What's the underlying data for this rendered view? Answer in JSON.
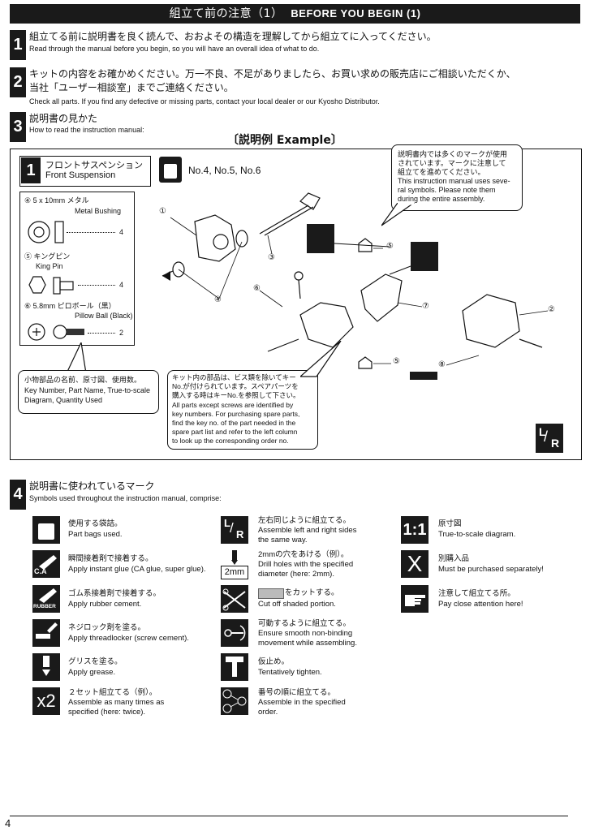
{
  "header": {
    "jp": "組立て前の注意（1）",
    "en": "BEFORE YOU BEGIN (1)"
  },
  "steps": [
    {
      "num": "1",
      "jp": "組立てる前に説明書を良く読んで、おおよその構造を理解してから組立てに入ってください。",
      "en": "Read through the manual before you begin, so you will have an overall idea of what to do."
    },
    {
      "num": "2",
      "jp1": "キットの内容をお確かめください。万一不良、不足がありましたら、お買い求めの販売店にご相談いただくか、",
      "jp2": "当社「ユーザー相談室」までご連絡ください。",
      "en": "Check all parts. If you find any defective or missing parts, contact your local dealer or our Kyosho Distributor."
    },
    {
      "num": "3",
      "jp": "説明書の見かた",
      "en": "How to read the instruction manual:"
    }
  ],
  "example": {
    "title": "〔説明例 Example〕",
    "step_num": "1",
    "step_jp": "フロントサスペンション",
    "step_en": "Front Suspension",
    "bag_label": "No.4, No.5, No.6",
    "callout_top": [
      "説明書内では多くのマークが使用",
      "されています。マークに注意して",
      "組立てを進めてください。",
      "This instruction manual uses seve-",
      "ral symbols.  Please note them",
      "during the entire assembly."
    ],
    "parts": [
      {
        "key": "④",
        "size": "5 x 10mm メタル",
        "name": "Metal Bushing",
        "qty": "4"
      },
      {
        "key": "⑤",
        "size": "キングピン",
        "name": "King Pin",
        "qty": "4"
      },
      {
        "key": "⑥",
        "size": "5.8mm ピロボール（黒）",
        "name": "Pillow Ball (Black)",
        "qty": "2"
      }
    ],
    "callout_left": [
      "小物部品の名前、原寸図、使用数。",
      "Key Number, Part Name, True-to-scale",
      "Diagram, Quantity Used"
    ],
    "callout_mid": [
      "キット内の部品は、ビス類を除いてキー",
      "No.が付けられています。スペアパーツを",
      "購入する時はキーNo.を参照して下さい。",
      "All parts except screws are identified by",
      "key numbers.  For purchasing spare parts,",
      "find the key no. of the part needed in the",
      "spare part list and refer to the left column",
      "to look up the corresponding order no."
    ],
    "diagram_keys": [
      "①",
      "②",
      "③",
      "④",
      "⑤",
      "⑤",
      "⑥",
      "⑦",
      "⑧"
    ],
    "lr_badge": "L/R"
  },
  "step4": {
    "num": "4",
    "jp": "説明書に使われているマーク",
    "en": "Symbols used throughout the instruction manual, comprise:"
  },
  "symbols_col1": [
    {
      "icon": "parts-bag-icon",
      "jp": "使用する袋詰。",
      "en": [
        "Part bags used."
      ]
    },
    {
      "icon": "ca-glue-icon",
      "badge": "C.A",
      "jp": "瞬間接着剤で接着する。",
      "en": [
        "Apply instant glue (CA glue, super glue)."
      ]
    },
    {
      "icon": "rubber-cement-icon",
      "badge": "RUBBER",
      "jp": "ゴム系接着剤で接着する。",
      "en": [
        "Apply rubber cement."
      ]
    },
    {
      "icon": "threadlocker-icon",
      "jp": "ネジロック剤を塗る。",
      "en": [
        "Apply threadlocker (screw cement)."
      ]
    },
    {
      "icon": "grease-icon",
      "jp": "グリスを塗る。",
      "en": [
        "Apply grease."
      ]
    },
    {
      "icon": "repeat-x2-icon",
      "badge": "x2",
      "jp": "２セット組立てる（例）。",
      "en": [
        "Assemble as many times as",
        "specified (here: twice)."
      ]
    }
  ],
  "symbols_col2": [
    {
      "icon": "left-right-icon",
      "badge": "L/R",
      "jp": "左右同じように組立てる。",
      "en": [
        "Assemble left and right sides",
        "the same way."
      ]
    },
    {
      "icon": "drill-icon",
      "badge": "2mm",
      "jp": "2mmの穴をあける（例）。",
      "en": [
        "Drill holes with the specified",
        "diameter (here: 2mm)."
      ]
    },
    {
      "icon": "cut-off-icon",
      "jp": "をカットする。",
      "en": [
        "Cut off shaded portion."
      ]
    },
    {
      "icon": "movable-icon",
      "jp": "可動するように組立てる。",
      "en": [
        "Ensure smooth non-binding",
        "movement while assembling."
      ]
    },
    {
      "icon": "tentative-tighten-icon",
      "jp": "仮止め。",
      "en": [
        "Tentatively tighten."
      ]
    },
    {
      "icon": "order-icon",
      "jp": "番号の順に組立てる。",
      "en": [
        "Assemble in the specified",
        "order."
      ]
    }
  ],
  "symbols_col3": [
    {
      "icon": "true-scale-icon",
      "badge": "1:1",
      "jp": "原寸図",
      "en": [
        "True-to-scale diagram."
      ]
    },
    {
      "icon": "purchase-separately-icon",
      "badge": "X",
      "jp": "別購入品",
      "en": [
        "Must be purchased separately!"
      ]
    },
    {
      "icon": "attention-icon",
      "jp": "注意して組立てる所。",
      "en": [
        "Pay close attention here!"
      ]
    }
  ],
  "page_number": "4",
  "colors": {
    "ink": "#111111",
    "paper": "#ffffff"
  }
}
